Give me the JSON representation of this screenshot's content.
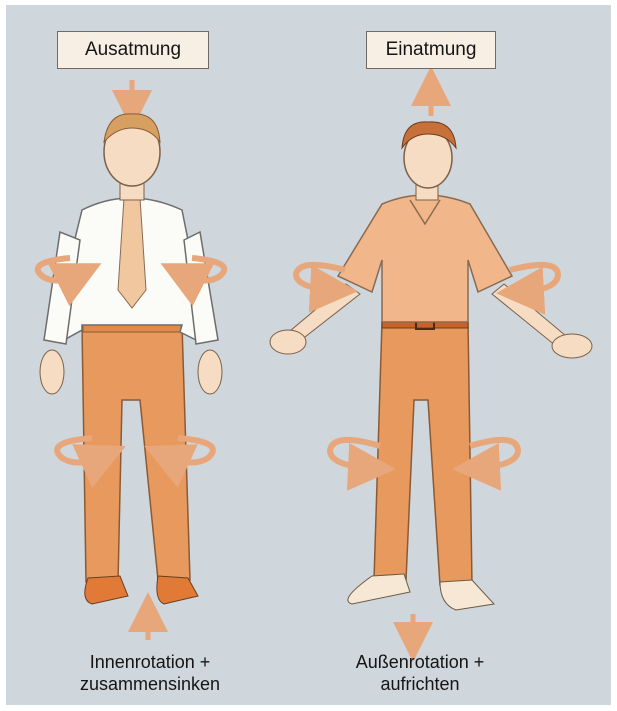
{
  "left": {
    "title": "Ausatmung",
    "caption_line1": "Innenrotation +",
    "caption_line2": "zusammensinken"
  },
  "right": {
    "title": "Einatmung",
    "caption_line1": "Außenrotation +",
    "caption_line2": "aufrichten"
  },
  "colors": {
    "background": "#cfd6dc",
    "arrow": "#e7a77a",
    "trousers": "#e89a5e",
    "shirt_white": "#fbfbf8",
    "shirt_peach": "#f1b78b",
    "skin": "#f6dcc3",
    "box": "#f7efe4"
  }
}
